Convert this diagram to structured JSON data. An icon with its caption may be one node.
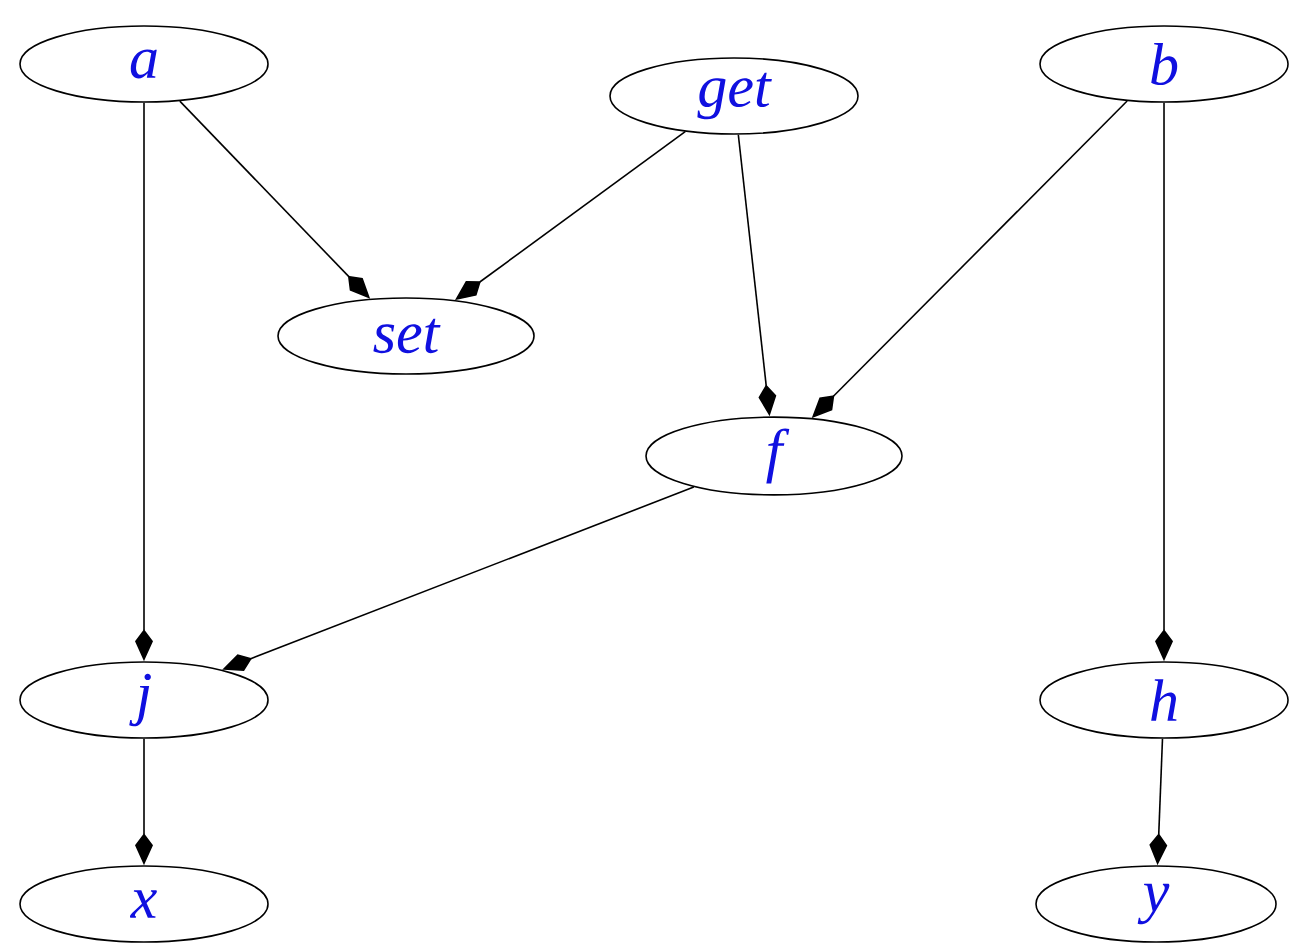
{
  "diagram": {
    "nodes": [
      {
        "text": [
          "a"
        ]
      },
      {
        "text": [
          "get"
        ]
      },
      {
        "text": [
          "b"
        ]
      },
      {
        "text": [
          "set"
        ]
      },
      {
        "text": [
          "f"
        ]
      },
      {
        "text": [
          "j"
        ]
      },
      {
        "text": [
          "h"
        ]
      },
      {
        "text": [
          "x"
        ]
      },
      {
        "text": [
          "y"
        ]
      }
    ],
    "edges": [
      {
        "from": 0,
        "to": 3,
        "arrow": "to"
      },
      {
        "from": 1,
        "to": 3,
        "arrow": "to"
      },
      {
        "from": 1,
        "to": 4,
        "arrow": "to"
      },
      {
        "from": 2,
        "to": 4,
        "arrow": "to"
      },
      {
        "from": 0,
        "to": 5,
        "arrow": "to"
      },
      {
        "from": 4,
        "to": 5,
        "arrow": "to"
      },
      {
        "from": 2,
        "to": 6,
        "arrow": "to"
      },
      {
        "from": 5,
        "to": 7,
        "arrow": "to"
      },
      {
        "from": 6,
        "to": 8,
        "arrow": "to"
      }
    ]
  }
}
